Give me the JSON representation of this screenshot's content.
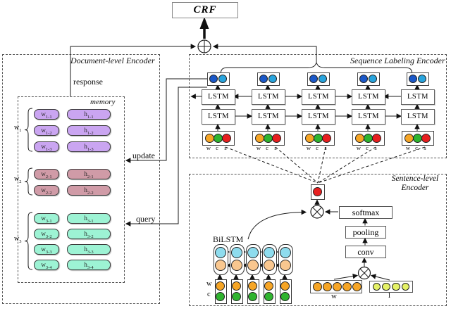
{
  "crf_label": "CRF",
  "doc_encoder": {
    "label": "Document-level Encoder",
    "response": "response",
    "update": "update",
    "query": "query",
    "memory": {
      "label": "memory",
      "groups": [
        {
          "label": "w",
          "label_sub": "1",
          "color": "#caa5f1",
          "rows": [
            {
              "w": "w",
              "w_sub": "1-1",
              "h": "h",
              "h_sub": "1-1"
            },
            {
              "w": "w",
              "w_sub": "1-2",
              "h": "h",
              "h_sub": "1-2"
            },
            {
              "w": "w",
              "w_sub": "1-3",
              "h": "h",
              "h_sub": "1-3"
            }
          ]
        },
        {
          "label": "w",
          "label_sub": "2",
          "color": "#d09ba7",
          "rows": [
            {
              "w": "w",
              "w_sub": "2-1",
              "h": "h",
              "h_sub": "2-1"
            },
            {
              "w": "w",
              "w_sub": "2-2",
              "h": "h",
              "h_sub": "2-2"
            }
          ]
        },
        {
          "label": "w",
          "label_sub": "3",
          "color": "#9df3d4",
          "rows": [
            {
              "w": "w",
              "w_sub": "3-1",
              "h": "h",
              "h_sub": "3-1"
            },
            {
              "w": "w",
              "w_sub": "3-2",
              "h": "h",
              "h_sub": "3-2"
            },
            {
              "w": "w",
              "w_sub": "3-3",
              "h": "h",
              "h_sub": "3-3"
            },
            {
              "w": "w",
              "w_sub": "3-4",
              "h": "h",
              "h_sub": "3-4"
            }
          ]
        }
      ]
    }
  },
  "seq_encoder": {
    "label": "Sequence Labeling Encoder",
    "lstm": "LSTM",
    "input_labels": [
      "w",
      "c",
      "s"
    ],
    "num_columns": 5
  },
  "sent_encoder": {
    "label_line1": "Sentence-level",
    "label_line2": "Encoder",
    "bilstm": "BiLSTM",
    "softmax": "softmax",
    "pooling": "pooling",
    "conv": "conv",
    "w_label": "w",
    "l_label": "l",
    "wc_labels": [
      "w",
      "c"
    ],
    "num_cells": 5
  },
  "colors": {
    "blue_dark": "#1a58c8",
    "blue_light": "#28a4dd",
    "orange": "#f6a525",
    "green": "#2fb42f",
    "red": "#e71f1f",
    "cyan": "#8edcee",
    "peach": "#f9c78f",
    "yellow_green": "#e5f266",
    "mem_purple": "#caa5f1",
    "mem_rose": "#d09ba7",
    "mem_aqua": "#9df3d4"
  }
}
